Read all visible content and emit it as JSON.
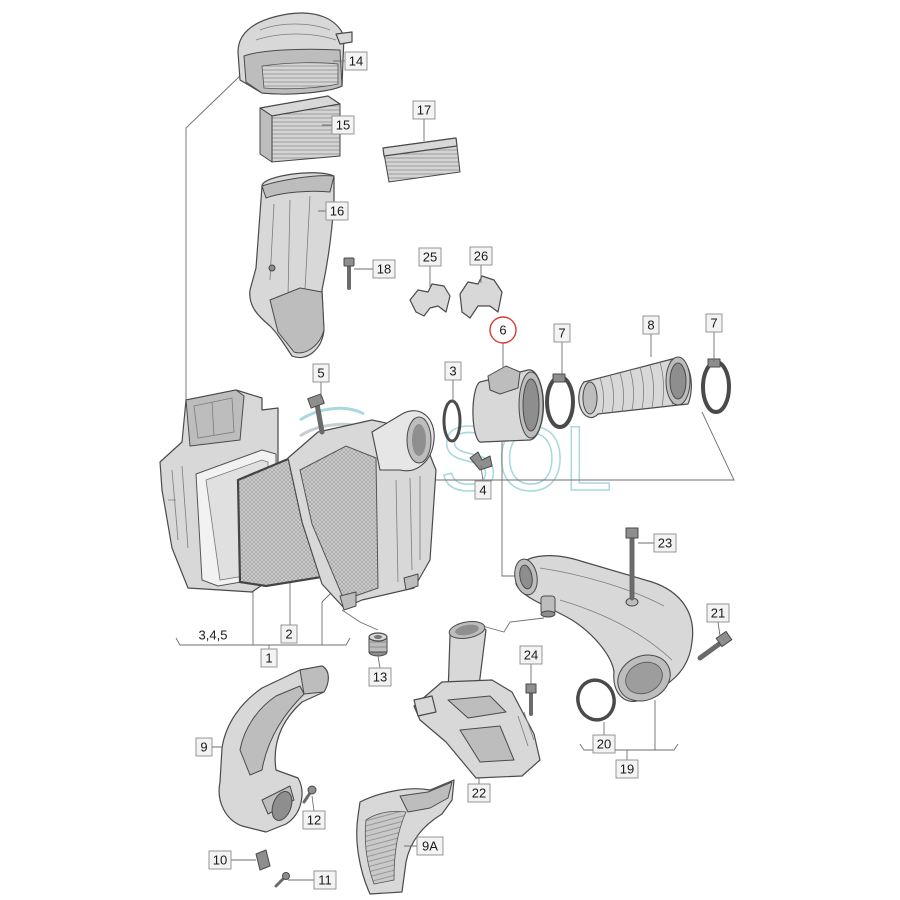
{
  "callouts": [
    {
      "label": "14"
    },
    {
      "label": "15"
    },
    {
      "label": "16"
    },
    {
      "label": "17"
    },
    {
      "label": "18"
    },
    {
      "label": "25"
    },
    {
      "label": "26"
    },
    {
      "label": "6",
      "highlighted": true
    },
    {
      "label": "7"
    },
    {
      "label": "8"
    },
    {
      "label": "7"
    },
    {
      "label": "3"
    },
    {
      "label": "5"
    },
    {
      "label": "4"
    },
    {
      "label": "23"
    },
    {
      "label": "21"
    },
    {
      "label": "24"
    },
    {
      "label": "3,4,5"
    },
    {
      "label": "2"
    },
    {
      "label": "1"
    },
    {
      "label": "13"
    },
    {
      "label": "9"
    },
    {
      "label": "12"
    },
    {
      "label": "22"
    },
    {
      "label": "20"
    },
    {
      "label": "19"
    },
    {
      "label": "9A"
    },
    {
      "label": "10"
    },
    {
      "label": "11"
    }
  ],
  "watermark": {
    "text": "SOL"
  },
  "colors": {
    "part_fill": "#d8d8d8",
    "part_shade": "#bdbdbd",
    "part_dark": "#8e8e8e",
    "outline": "#4a4a4a",
    "leader": "#6e6e6e",
    "highlight": "#d93a2f",
    "watermark": "#7cc4cf"
  }
}
